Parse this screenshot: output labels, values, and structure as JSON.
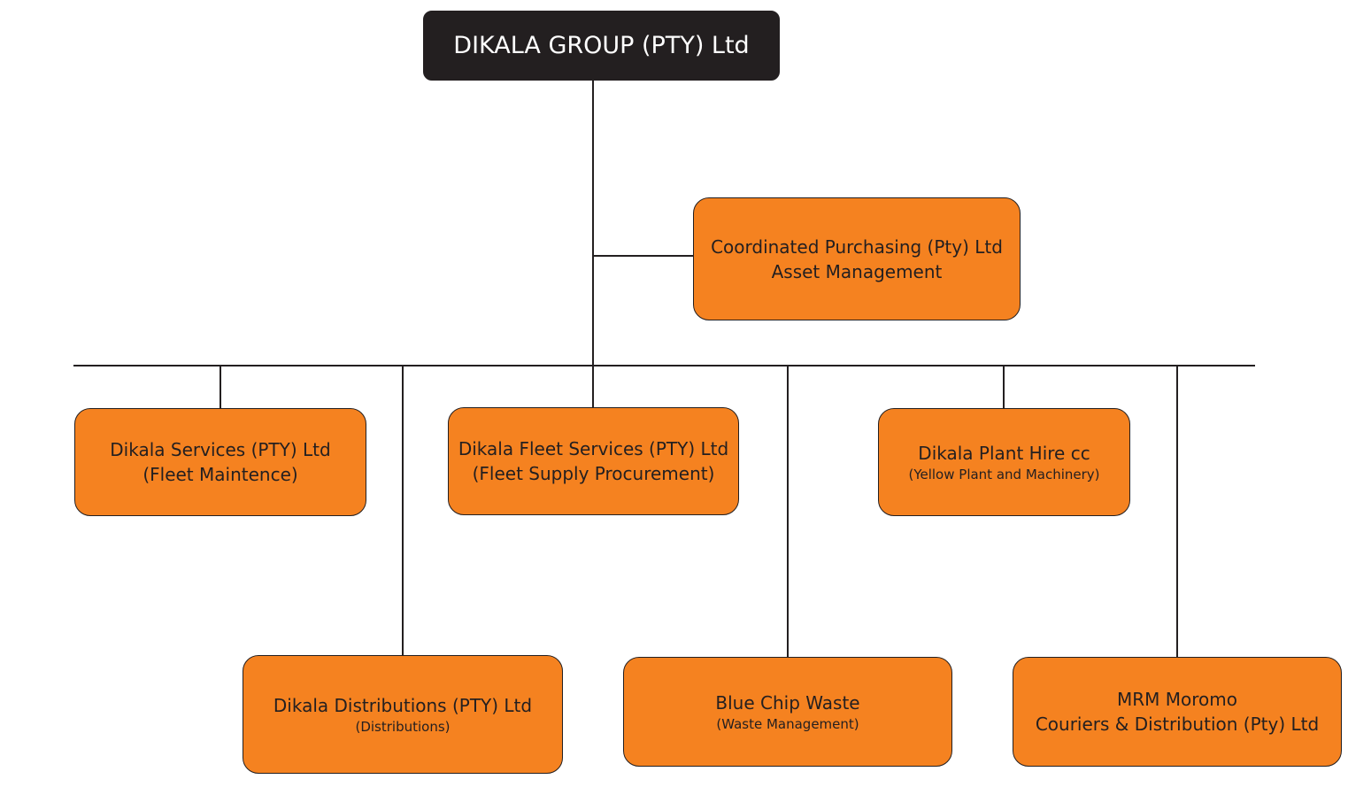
{
  "colors": {
    "node_fill": "#f58220",
    "root_fill": "#231f20",
    "line": "#231f20"
  },
  "root": {
    "label": "DIKALA GROUP (PTY) Ltd"
  },
  "purchasing": {
    "line1": "Coordinated Purchasing (Pty) Ltd",
    "line2": "Asset Management"
  },
  "services": {
    "line1": "Dikala Services (PTY) Ltd",
    "line2": "(Fleet Maintence)"
  },
  "fleet": {
    "line1": "Dikala Fleet Services (PTY) Ltd",
    "line2": "(Fleet Supply Procurement)"
  },
  "plant": {
    "line1": "Dikala Plant Hire cc",
    "line2": "(Yellow Plant and Machinery)"
  },
  "distributions": {
    "line1": "Dikala Distributions (PTY) Ltd",
    "line2": "(Distributions)"
  },
  "waste": {
    "line1": "Blue Chip Waste",
    "line2": "(Waste Management)"
  },
  "mrm": {
    "line1": "MRM Moromo",
    "line2": "Couriers & Distribution (Pty) Ltd"
  }
}
